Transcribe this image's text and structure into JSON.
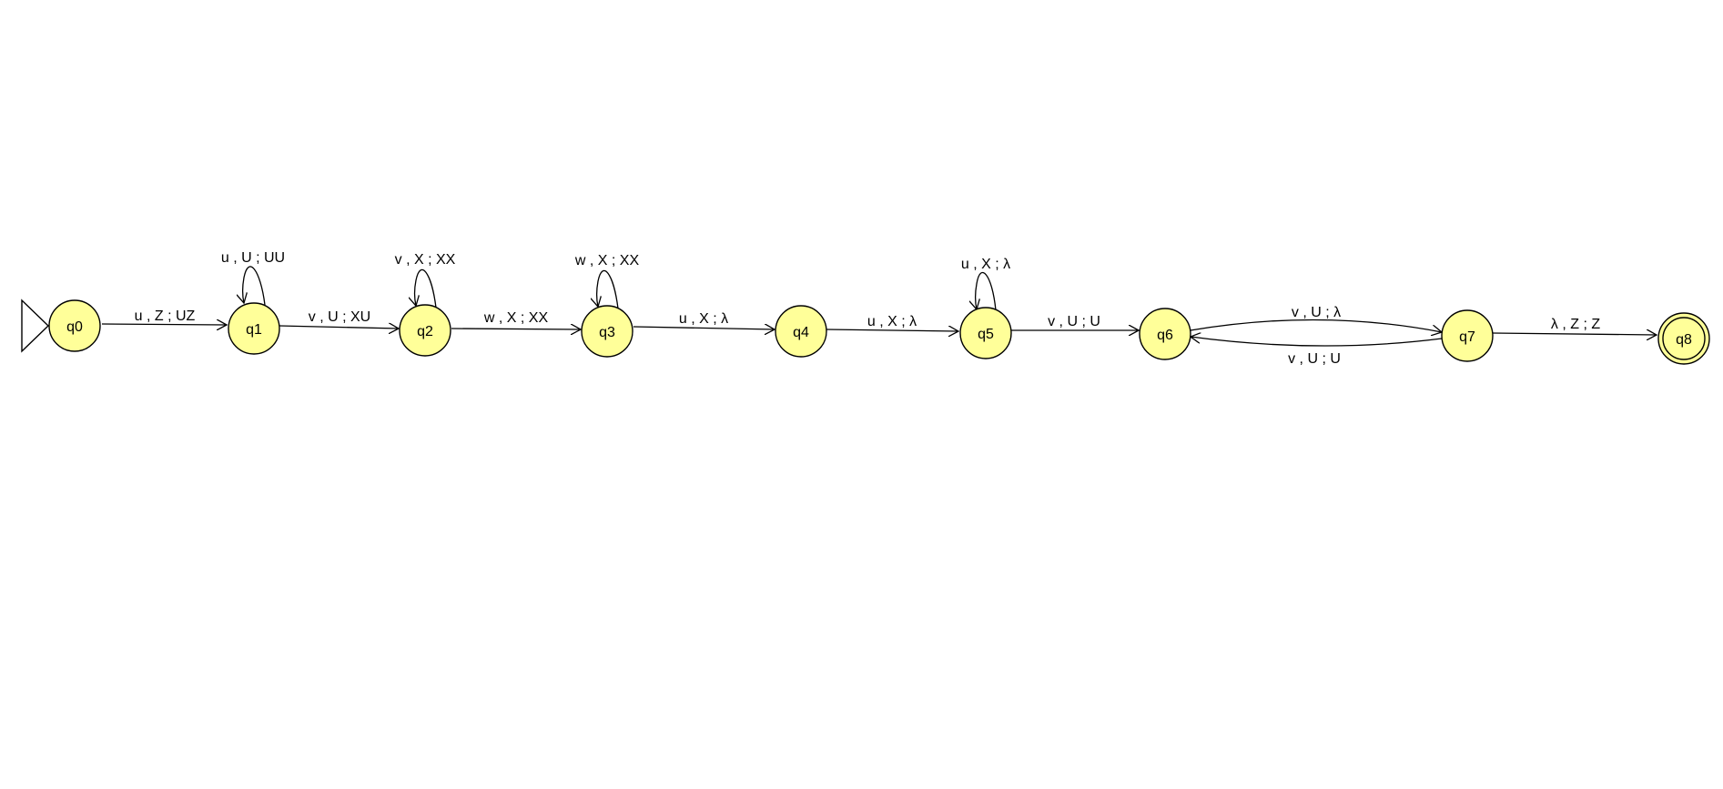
{
  "diagram": {
    "states": [
      {
        "id": "q0",
        "label": "q0",
        "initial": true,
        "final": false
      },
      {
        "id": "q1",
        "label": "q1",
        "initial": false,
        "final": false
      },
      {
        "id": "q2",
        "label": "q2",
        "initial": false,
        "final": false
      },
      {
        "id": "q3",
        "label": "q3",
        "initial": false,
        "final": false
      },
      {
        "id": "q4",
        "label": "q4",
        "initial": false,
        "final": false
      },
      {
        "id": "q5",
        "label": "q5",
        "initial": false,
        "final": false
      },
      {
        "id": "q6",
        "label": "q6",
        "initial": false,
        "final": false
      },
      {
        "id": "q7",
        "label": "q7",
        "initial": false,
        "final": false
      },
      {
        "id": "q8",
        "label": "q8",
        "initial": false,
        "final": true
      }
    ],
    "transitions": [
      {
        "id": "t-q0-q1",
        "from": "q0",
        "to": "q1",
        "label": "u , Z ; UZ"
      },
      {
        "id": "t-q1-q1",
        "from": "q1",
        "to": "q1",
        "label": "u , U ; UU"
      },
      {
        "id": "t-q1-q2",
        "from": "q1",
        "to": "q2",
        "label": "v , U ; XU"
      },
      {
        "id": "t-q2-q2",
        "from": "q2",
        "to": "q2",
        "label": "v , X ; XX"
      },
      {
        "id": "t-q2-q3",
        "from": "q2",
        "to": "q3",
        "label": "w , X ; XX"
      },
      {
        "id": "t-q3-q3",
        "from": "q3",
        "to": "q3",
        "label": "w , X ; XX"
      },
      {
        "id": "t-q3-q4",
        "from": "q3",
        "to": "q4",
        "label": "u , X ; λ"
      },
      {
        "id": "t-q4-q5",
        "from": "q4",
        "to": "q5",
        "label": "u , X ; λ"
      },
      {
        "id": "t-q5-q5",
        "from": "q5",
        "to": "q5",
        "label": "u , X ; λ"
      },
      {
        "id": "t-q5-q6",
        "from": "q5",
        "to": "q6",
        "label": "v , U ; U"
      },
      {
        "id": "t-q6-q7",
        "from": "q6",
        "to": "q7",
        "label": "v , U ; λ"
      },
      {
        "id": "t-q7-q6",
        "from": "q7",
        "to": "q6",
        "label": "v , U ; U"
      },
      {
        "id": "t-q7-q8",
        "from": "q7",
        "to": "q8",
        "label": "λ , Z ; Z"
      }
    ],
    "colors": {
      "state_fill": "#ffff99",
      "stroke": "#000000",
      "background": "#ffffff"
    }
  }
}
